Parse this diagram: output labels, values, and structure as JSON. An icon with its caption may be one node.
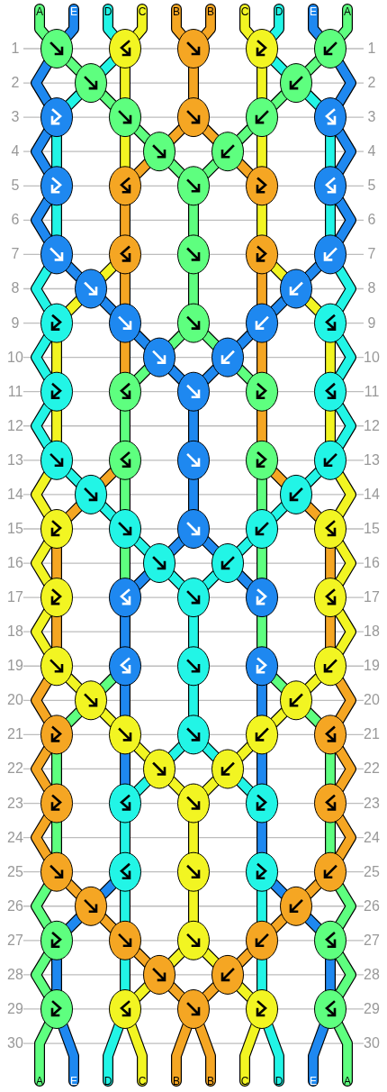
{
  "diagram": {
    "labels": [
      "A",
      "E",
      "D",
      "C",
      "B",
      "B",
      "C",
      "D",
      "E",
      "A",
      "1",
      "1",
      "2",
      "2",
      "3",
      "3",
      "4",
      "4",
      "5",
      "5",
      "6",
      "6",
      "7",
      "7",
      "8",
      "8",
      "9",
      "9",
      "10",
      "10",
      "11",
      "11",
      "12",
      "12",
      "13",
      "13",
      "14",
      "14",
      "15",
      "15",
      "16",
      "16",
      "17",
      "17",
      "18",
      "18",
      "19",
      "19",
      "20",
      "20",
      "21",
      "21",
      "22",
      "22",
      "23",
      "23",
      "24",
      "24",
      "25",
      "25",
      "26",
      "26",
      "27",
      "27",
      "28",
      "28",
      "29",
      "29",
      "30",
      "30",
      "A",
      "E",
      "D",
      "C",
      "B",
      "B",
      "C",
      "D",
      "E",
      "A"
    ]
  }
}
